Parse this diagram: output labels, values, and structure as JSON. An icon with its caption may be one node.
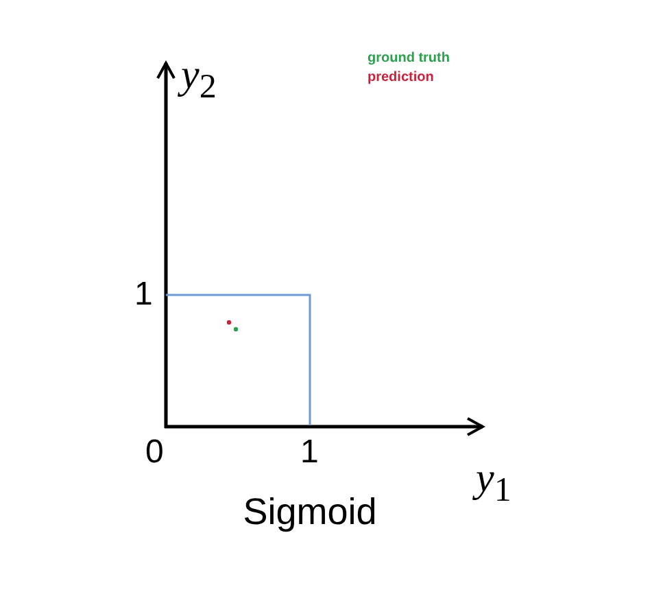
{
  "diagram": {
    "caption": "Sigmoid",
    "labels": [
      "*y*$_{2}$",
      "1",
      "0",
      "1",
      "*y*$_{1}$"
    ],
    "legend": [
      {
        "text": "ground truth",
        "color": "#2e9e4f"
      },
      {
        "text": "prediction",
        "color": "#c8233a"
      }
    ]
  }
}
